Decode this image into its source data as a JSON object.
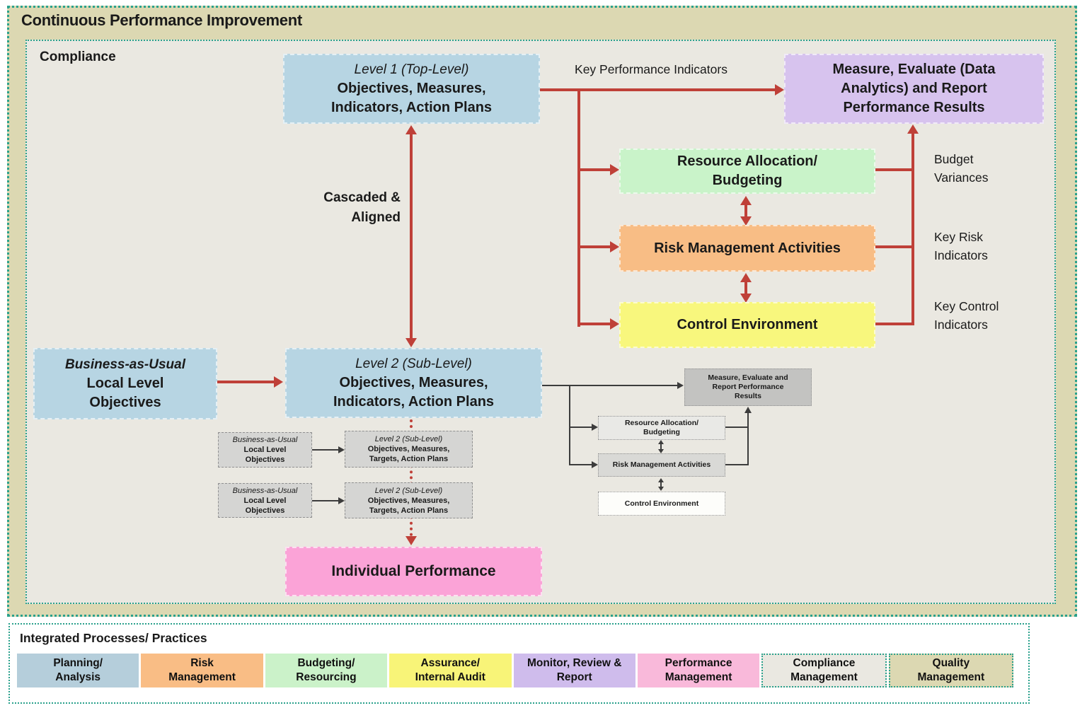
{
  "title": "Continuous Performance Improvement",
  "compliance_label": "Compliance",
  "colors": {
    "outer_bg": "#dcd8b2",
    "inner_bg": "#eae8e1",
    "teal_border": "#2aa18c",
    "arrow_red": "#bf4038",
    "blue_box": "#b7d5e3",
    "purple_box": "#d7c3ee",
    "green_box": "#c9f3c9",
    "orange_box": "#f8bd85",
    "yellow_box": "#f8f77d",
    "pink_box": "#fba3d7",
    "gray_box": "#d5d5d3",
    "mini_measure": "#c3c3c1",
    "mini_resource": "#e9e9e6",
    "mini_risk": "#d9d9d6",
    "mini_control": "#fdfdfa"
  },
  "level1": {
    "lines": [
      "Level 1 (Top-Level)",
      "Objectives, Measures,",
      "Indicators, Action Plans"
    ]
  },
  "kpi_label": "Key Performance Indicators",
  "measure_report": {
    "lines": [
      "Measure, Evaluate (Data",
      "Analytics) and Report",
      "Performance Results"
    ]
  },
  "resource": {
    "lines": [
      "Resource Allocation/",
      "Budgeting"
    ]
  },
  "risk": {
    "label": "Risk Management Activities"
  },
  "control": {
    "label": "Control Environment"
  },
  "budget_variances": {
    "lines": [
      "Budget",
      "Variances"
    ]
  },
  "key_risk": {
    "lines": [
      "Key Risk",
      "Indicators"
    ]
  },
  "key_control": {
    "lines": [
      "Key Control",
      "Indicators"
    ]
  },
  "cascaded": {
    "lines": [
      "Cascaded &",
      "Aligned"
    ]
  },
  "bau": {
    "lines": [
      "Business-as-Usual",
      "Local Level",
      "Objectives"
    ]
  },
  "level2": {
    "lines": [
      "Level 2 (Sub-Level)",
      "Objectives, Measures,",
      "Indicators, Action Plans"
    ]
  },
  "bau_small": {
    "lines": [
      "Business-as-Usual",
      "Local Level",
      "Objectives"
    ]
  },
  "level2_small": {
    "lines": [
      "Level 2 (Sub-Level)",
      "Objectives, Measures,",
      "Targets, Action Plans"
    ]
  },
  "mini": {
    "measure": {
      "lines": [
        "Measure, Evaluate and",
        "Report Performance",
        "Results"
      ]
    },
    "resource": {
      "lines": [
        "Resource Allocation/",
        "Budgeting"
      ]
    },
    "risk": {
      "label": "Risk Management Activities"
    },
    "control": {
      "label": "Control Environment"
    }
  },
  "individual": {
    "label": "Individual Performance"
  },
  "legend": {
    "title": "Integrated Processes/ Practices",
    "items": [
      {
        "lines": [
          "Planning/",
          "Analysis"
        ],
        "color": "#b5cedb"
      },
      {
        "lines": [
          "Risk",
          "Management"
        ],
        "color": "#f9bd85"
      },
      {
        "lines": [
          "Budgeting/",
          "Resourcing"
        ],
        "color": "#cbf2c9"
      },
      {
        "lines": [
          "Assurance/",
          "Internal Audit"
        ],
        "color": "#f8f478"
      },
      {
        "lines": [
          "Monitor, Review &",
          "Report"
        ],
        "color": "#cfbcec"
      },
      {
        "lines": [
          "Performance",
          "Management"
        ],
        "color": "#f9b9da"
      },
      {
        "lines": [
          "Compliance",
          "Management"
        ],
        "color": "#eae8e1"
      },
      {
        "lines": [
          "Quality",
          "Management"
        ],
        "color": "#dcd8b2"
      }
    ]
  }
}
